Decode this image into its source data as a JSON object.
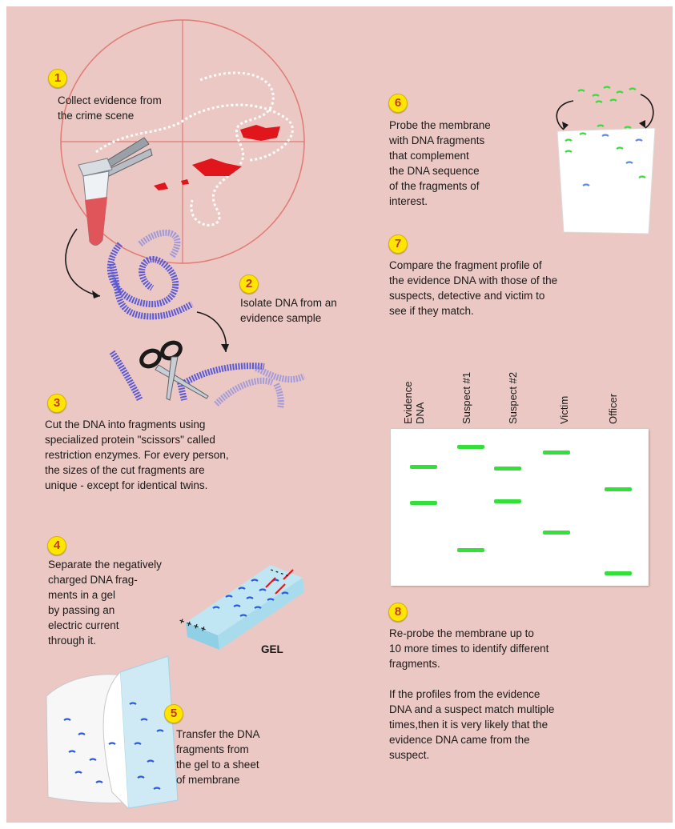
{
  "steps": [
    {
      "num": "1",
      "text": "Collect evidence from\nthe crime scene"
    },
    {
      "num": "2",
      "text": "Isolate DNA from an\nevidence sample"
    },
    {
      "num": "3",
      "text": "Cut the DNA into fragments using\nspecialized protein \"scissors\" called\nrestriction enzymes. For every person,\nthe sizes of the cut fragments are\nunique - except for identical twins."
    },
    {
      "num": "4",
      "text": "Separate the negatively\ncharged DNA frag-\nments in a gel\nby passing an\nelectric current\nthrough it."
    },
    {
      "num": "5",
      "text": "Transfer the DNA\nfragments from\nthe gel to a sheet\nof membrane"
    },
    {
      "num": "6",
      "text": "Probe the membrane\nwith DNA fragments\nthat complement\nthe DNA sequence\nof the fragments of\ninterest."
    },
    {
      "num": "7",
      "text": "Compare the fragment profile of\nthe evidence DNA with those of the\nsuspects, detective and victim to\nsee if they match."
    },
    {
      "num": "8",
      "text": "Re-probe the membrane up to\n10 more times to identify different\nfragments.\n\nIf the profiles from the evidence\nDNA and a suspect match multiple\ntimes,then it is very likely that the\nevidence DNA came from the\nsuspect."
    }
  ],
  "gel_label": "GEL",
  "gel_signs": "- - - -",
  "gel_charges": "+ + + +",
  "comparison": {
    "lanes": [
      "Evidence\nDNA",
      "Suspect #1",
      "Suspect #2",
      "Victim",
      "Officer"
    ],
    "bands": [
      [
        0.23,
        0.46
      ],
      [
        0.1,
        0.76
      ],
      [
        0.24,
        0.45
      ],
      [
        0.14,
        0.65
      ],
      [
        0.37,
        0.91
      ]
    ],
    "band_color": "#33e03a"
  },
  "colors": {
    "background": "#ebc8c3",
    "badge": "#ffe600",
    "badge_text": "#c0392b",
    "dna": "#5a5ad6",
    "blood": "#e0161c"
  }
}
